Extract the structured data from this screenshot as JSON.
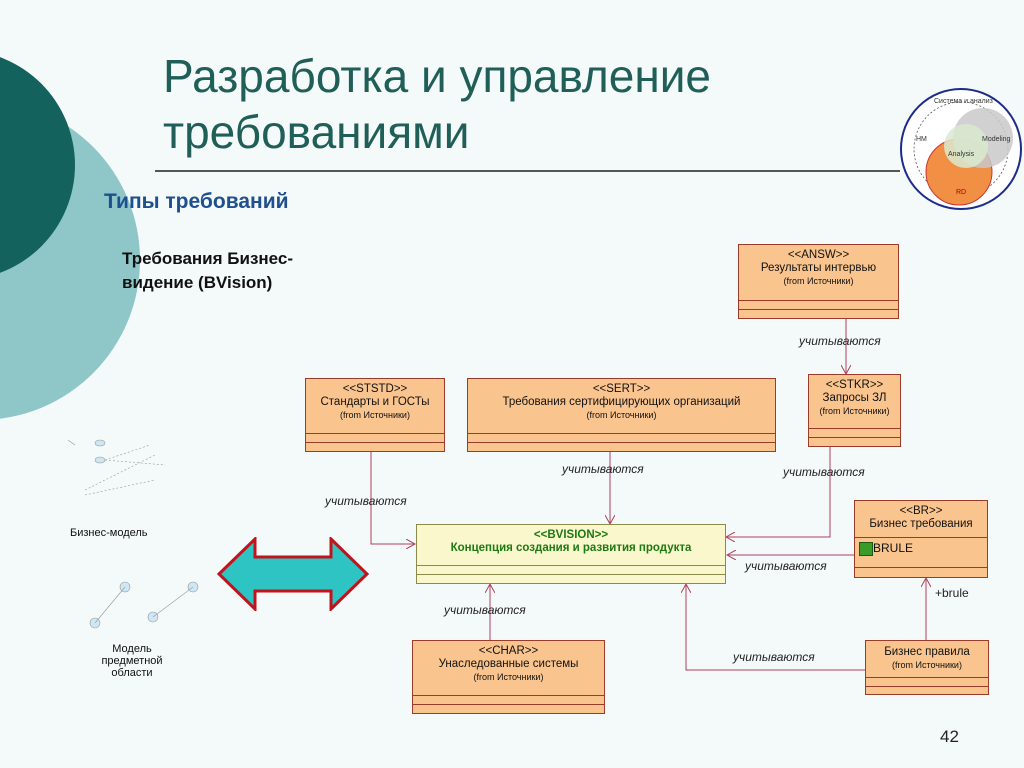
{
  "title": "Разработка и управление требованиями",
  "subtitle": "Типы требований",
  "bvision_label": "Требования Бизнес-видение (BVision)",
  "page_number": "42",
  "left_captions": {
    "business_model": "Бизнес-модель",
    "domain_model": "Модель предметной области"
  },
  "logo": {
    "top": "Система и анализ",
    "hm": "HM",
    "modeling": "Modeling",
    "analysis": "Analysis",
    "rd": "RD"
  },
  "boxes": {
    "answ": {
      "stereotype": "<<ANSW>>",
      "name": "Результаты интервью",
      "from": "(from Источники)"
    },
    "ststd": {
      "stereotype": "<<STSTD>>",
      "name": "Стандарты и ГОСТы",
      "from": "(from Источники)"
    },
    "sert": {
      "stereotype": "<<SERT>>",
      "name": "Требования сертифицирующих организаций",
      "from": "(from Источники)"
    },
    "stkr": {
      "stereotype": "<<STKR>>",
      "name": "Запросы ЗЛ",
      "from": "(from Источники)"
    },
    "bvision": {
      "stereotype": "<<BVISION>>",
      "name": "Концепция создания и развития продукта"
    },
    "br": {
      "stereotype": "<<BR>>",
      "name": "Бизнес требования",
      "attr": "BRULE"
    },
    "char": {
      "stereotype": "<<CHAR>>",
      "name": "Унаследованные системы",
      "from": "(from Источники)"
    },
    "rules": {
      "name": "Бизнес правила",
      "from": "(from Источники)"
    }
  },
  "edge_labels": {
    "answ_stkr": "учитываются",
    "sert": "учитываются",
    "ststd": "учитываются",
    "stkr": "учитываются",
    "br": "учитываются",
    "char": "учитываются",
    "rules": "учитываются",
    "brule": "+brule"
  },
  "colors": {
    "box_fill": "#f9c48d",
    "box_border": "#9b3b2a",
    "center_fill": "#fbf7cc",
    "arrow_fill": "#2ec4c4",
    "title_color": "#1f5f57",
    "subtitle_color": "#1e4f8e"
  }
}
